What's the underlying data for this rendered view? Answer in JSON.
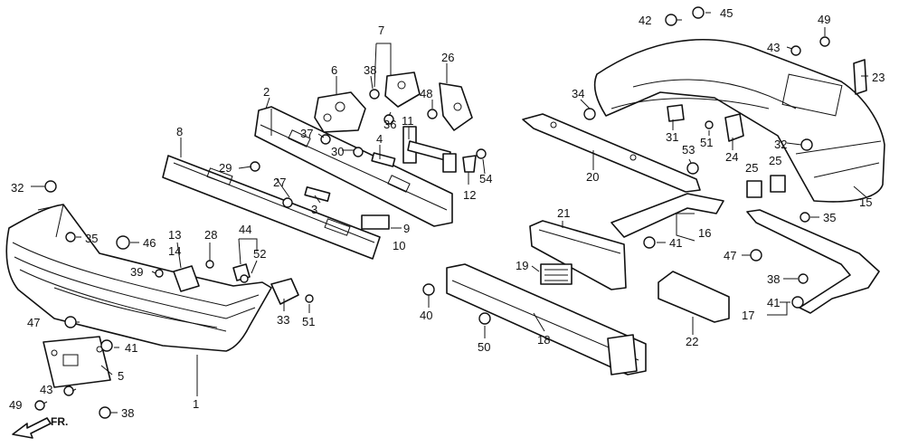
{
  "callouts": [
    {
      "id": "c1",
      "text": "1"
    },
    {
      "id": "c2",
      "text": "2"
    },
    {
      "id": "c3",
      "text": "3"
    },
    {
      "id": "c4",
      "text": "4"
    },
    {
      "id": "c5",
      "text": "5"
    },
    {
      "id": "c6",
      "text": "6"
    },
    {
      "id": "c7",
      "text": "7"
    },
    {
      "id": "c8",
      "text": "8"
    },
    {
      "id": "c9",
      "text": "9"
    },
    {
      "id": "c10",
      "text": "10"
    },
    {
      "id": "c11",
      "text": "11"
    },
    {
      "id": "c12",
      "text": "12"
    },
    {
      "id": "c13",
      "text": "13"
    },
    {
      "id": "c14",
      "text": "14"
    },
    {
      "id": "c15",
      "text": "15"
    },
    {
      "id": "c16",
      "text": "16"
    },
    {
      "id": "c17",
      "text": "17"
    },
    {
      "id": "c18",
      "text": "18"
    },
    {
      "id": "c19",
      "text": "19"
    },
    {
      "id": "c20",
      "text": "20"
    },
    {
      "id": "c21",
      "text": "21"
    },
    {
      "id": "c22",
      "text": "22"
    },
    {
      "id": "c23",
      "text": "23"
    },
    {
      "id": "c24",
      "text": "24"
    },
    {
      "id": "c25a",
      "text": "25"
    },
    {
      "id": "c25b",
      "text": "25"
    },
    {
      "id": "c26",
      "text": "26"
    },
    {
      "id": "c27",
      "text": "27"
    },
    {
      "id": "c28",
      "text": "28"
    },
    {
      "id": "c29",
      "text": "29"
    },
    {
      "id": "c30",
      "text": "30"
    },
    {
      "id": "c31",
      "text": "31"
    },
    {
      "id": "c32a",
      "text": "32"
    },
    {
      "id": "c32b",
      "text": "32"
    },
    {
      "id": "c33",
      "text": "33"
    },
    {
      "id": "c34",
      "text": "34"
    },
    {
      "id": "c35a",
      "text": "35"
    },
    {
      "id": "c35b",
      "text": "35"
    },
    {
      "id": "c36",
      "text": "36"
    },
    {
      "id": "c37",
      "text": "37"
    },
    {
      "id": "c38a",
      "text": "38"
    },
    {
      "id": "c38b",
      "text": "38"
    },
    {
      "id": "c38c",
      "text": "38"
    },
    {
      "id": "c39",
      "text": "39"
    },
    {
      "id": "c40",
      "text": "40"
    },
    {
      "id": "c41a",
      "text": "41"
    },
    {
      "id": "c41b",
      "text": "41"
    },
    {
      "id": "c41c",
      "text": "41"
    },
    {
      "id": "c42",
      "text": "42"
    },
    {
      "id": "c43a",
      "text": "43"
    },
    {
      "id": "c43b",
      "text": "43"
    },
    {
      "id": "c44",
      "text": "44"
    },
    {
      "id": "c45",
      "text": "45"
    },
    {
      "id": "c46",
      "text": "46"
    },
    {
      "id": "c47a",
      "text": "47"
    },
    {
      "id": "c47b",
      "text": "47"
    },
    {
      "id": "c48",
      "text": "48"
    },
    {
      "id": "c49a",
      "text": "49"
    },
    {
      "id": "c49b",
      "text": "49"
    },
    {
      "id": "c50",
      "text": "50"
    },
    {
      "id": "c51a",
      "text": "51"
    },
    {
      "id": "c51b",
      "text": "51"
    },
    {
      "id": "c52",
      "text": "52"
    },
    {
      "id": "c53",
      "text": "53"
    },
    {
      "id": "c54",
      "text": "54"
    }
  ],
  "direction_marker": {
    "label": "FR."
  },
  "colors": {
    "line": "#111111",
    "background": "#ffffff"
  }
}
